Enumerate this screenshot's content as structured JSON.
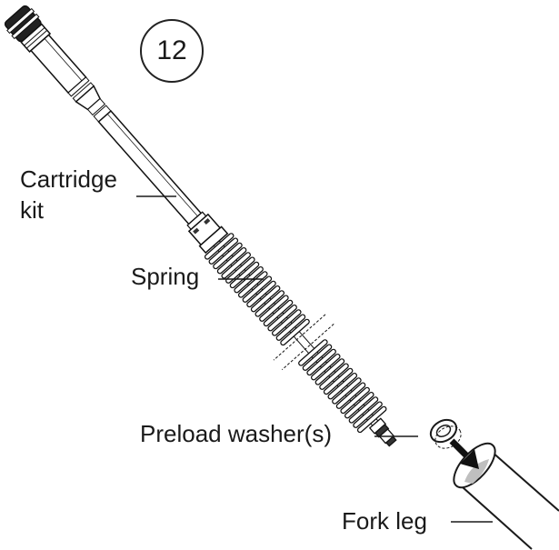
{
  "step_number": "12",
  "labels": {
    "cartridge_kit_line1": "Cartridge",
    "cartridge_kit_line2": "kit",
    "spring": "Spring",
    "preload_washers": "Preload washer(s)",
    "fork_leg": "Fork leg"
  },
  "colors": {
    "ink": "#1a1a1a",
    "fork_leg_opening": "#bfbfbf",
    "cap_dark": "#222222"
  }
}
